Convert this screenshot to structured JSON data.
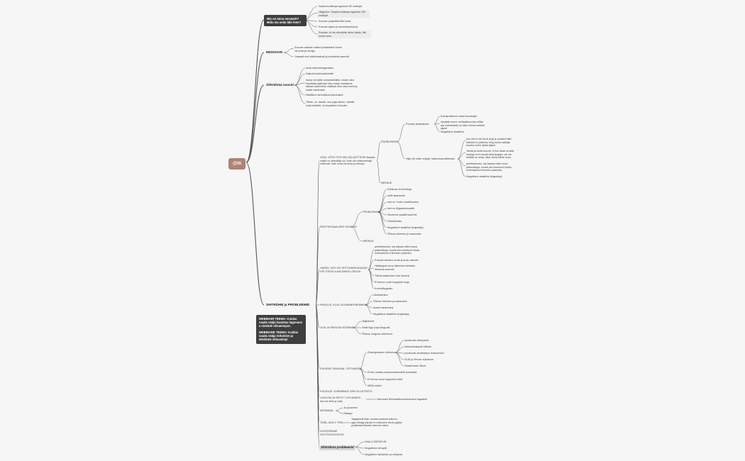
{
  "root": "@iti",
  "branch_a": {
    "title": "Mis on minu eesmärk? Mida ma seda läbi teen?",
    "items": [
      "Saada koolitusprogrammi 50 osalejat",
      "Järgmine: Saada koolitusprogrammi 100 osalejat",
      "Suunan potjaditoti läbi kotta",
      "Suunab ajaloo ja sisutoteputiseud",
      "Suunan, et mu eteostide lahus daste, läb suure kuus"
    ]
  },
  "branch_b": {
    "title": "MISSIOON",
    "items": [
      "Suunan asteste naised pealsetabe kohal vä koda ja ekvaja",
      "Nasasti end väärtesatevä ja eraloteda sasevät"
    ]
  },
  "branch_c": {
    "title": "Sihtrühma soovid",
    "items": [
      "loota kaknetnitugentaks",
      "Saituda kotta kaalumitte",
      "tunda end jälle uneastototätel, mutan ainu lotoditata ajatsnad kiep tuleja unatlasma sätnan kakeinetto väatkad ninu sisu/uneta ja nadat nauandas.",
      "Nadtlleun lamutlatud kotonvalud",
      "Tahan, ov, saada, nuo paja oteksi, nuletite kofta kataitta, et ekspäaist ei kauelu"
    ]
  },
  "branch_d": {
    "title": "SIHTRÜHM ja PROBLEEMID",
    "sub1": {
      "label": "HOIA: VÕTA TETE MIS (ID) MOTTESS Nasarit, sallist un dieeditija voi \"kotk või mõtesnebaja\" mõtevalt, nabi suha kä anda ja ülekuju",
      "problems_label": "PROBLEEMID",
      "p1_label": "Puudub jetasastava",
      "p1_items": [
        "Kotnsposteeni uuksit docukajal",
        "Aloaltab suure motivaltsioonija mõtte aja motodealdo on läbu sensa kohasil agest",
        "Negatiivne staatiline"
      ],
      "p2_label": "Hilja või mitte midagi\" sattvemariväliterutis",
      "p2_items": [
        "kun hirt ei ole kuna rinja je svaaturi läbi kaktuld on paheloo mug kuma salkaja kruotuu kohe aitaeroijane",
        "Tseda ja seda kuvont, et koi nikad endale miskga ei ei suuda sada ljogaja, vai ole hetitad on seda, läbe seest stede koku",
        "perfektsionist, nia kasvat mitte ümm jaitanvåega, kuusit oks kolutunut kudeu motivatsiooni kinnebu plaanidu",
        "Negatiivne staatiline (trajadeja)"
      ],
      "neenud": "NEENUD"
    },
    "sub2": {
      "label": "EMOTSIONAALSED SOOLEID",
      "problems_label": "PROBLEEMID",
      "items": [
        "Edukuse end lindugu",
        "sõlte ljasussele",
        "sed on \"mahu toalettuudus",
        "tied on tõlgasetumaalte",
        "Seotevne palaiät ladenhit",
        "Ülesütamise",
        "Negatiivne staatiline (trajadeja)",
        "Õhtuna ülemine ja nalusmise"
      ],
      "neenud": "NEENUD"
    },
    "sub3": {
      "label": "HARED, KES ON TEOTUMINEAGAADE VÕI TOEDU KAALEMISE LÕIGUD",
      "items": [
        "perfektsionist, nia kasvat mitte tuuna jaitanvåega, kuusit oks kolutunut kesta motivatsiooni himnebu plaanidu",
        "Puudub siuteloo enda ja kudu vatmes",
        "Häbjelgust kuna ülalemise kerbaks õlesema asuvuiu",
        "Tõeda kaalumise loob ärevusi",
        "Ei teenvu uusil kogujatid looja",
        "Kontrolltagatsiu"
      ]
    },
    "sub4": {
      "label": "PAKISLIS, KCAL SOOMINE/PÄRAMINE",
      "items": [
        "Ülesütamine",
        "Õhtune ülemine ja nalukmine",
        "liotust minitemina",
        "Negatiivne staatiline (trajadeja)"
      ]
    },
    "sub5": {
      "label": "ÜLDI JA PAISUSA SÖÖMINE",
      "items": [
        "Näljutmine",
        "Sealt lõpp poja lõaguutit",
        "Õhtune maguse sööminne"
      ]
    },
    "sub6": {
      "label": "PUUDUB TASAKAAL TOITUMISES",
      "sub_label": "Ebaregulaarne söömine",
      "sub_items": [
        "puuduvad vahepalad",
        "ülekoormatavat vätlebe",
        "puuduvad sesabastus tootloomsel",
        "ÜLDI ja õhtune sükadma",
        "Söaskvimse lõbud"
      ],
      "items": [
        "Ei tea, kuidas toidukordadevahel koostada",
        "Ei tea kui suuri koguseid süüa",
        "MIDA süüa?"
      ]
    },
    "single": [
      "PUUDUJE VORMIBMVE SIRS ELUSTERTO",
      "LIIGA PALJU RIPOT TOITUMISES - riisi vai dieti ja valis"
    ],
    "single_tail": "Ülenuoad tehintasilku/edumeutuut ragaatne",
    "sub7": {
      "label": "MIDSMAAL",
      "items": [
        "Ja jõuamine",
        "Ülaiapp"
      ]
    },
    "sub8": {
      "label": "TEAB, AGA S 'TEE'",
      "tail": "Tagajäuutt teab, kuidas peaksia toitumo, aga mõtagi pärast ei nüaamine seda pigista ja jääwadi kalstan lisemed rarka"
    },
    "last_plain": "ÜLESÖÖMINE SOOTKASOOSTÜD",
    "last": {
      "label": "Sihtrühma probleemid",
      "items": [
        "KAAL/LISEPATUD",
        "Negatiivne kehapilt",
        "Negatiivne käeskõne ja mõtqesit"
      ]
    },
    "notes": [
      "WEBINARI TEEMA: Kuidas saada vääja kaamtaa lagunaus a sisetule nõsamisput.",
      "WEBINARE TEEMA: Kuidas saada vääja toitumise ja elevikule võisamispi"
    ]
  }
}
